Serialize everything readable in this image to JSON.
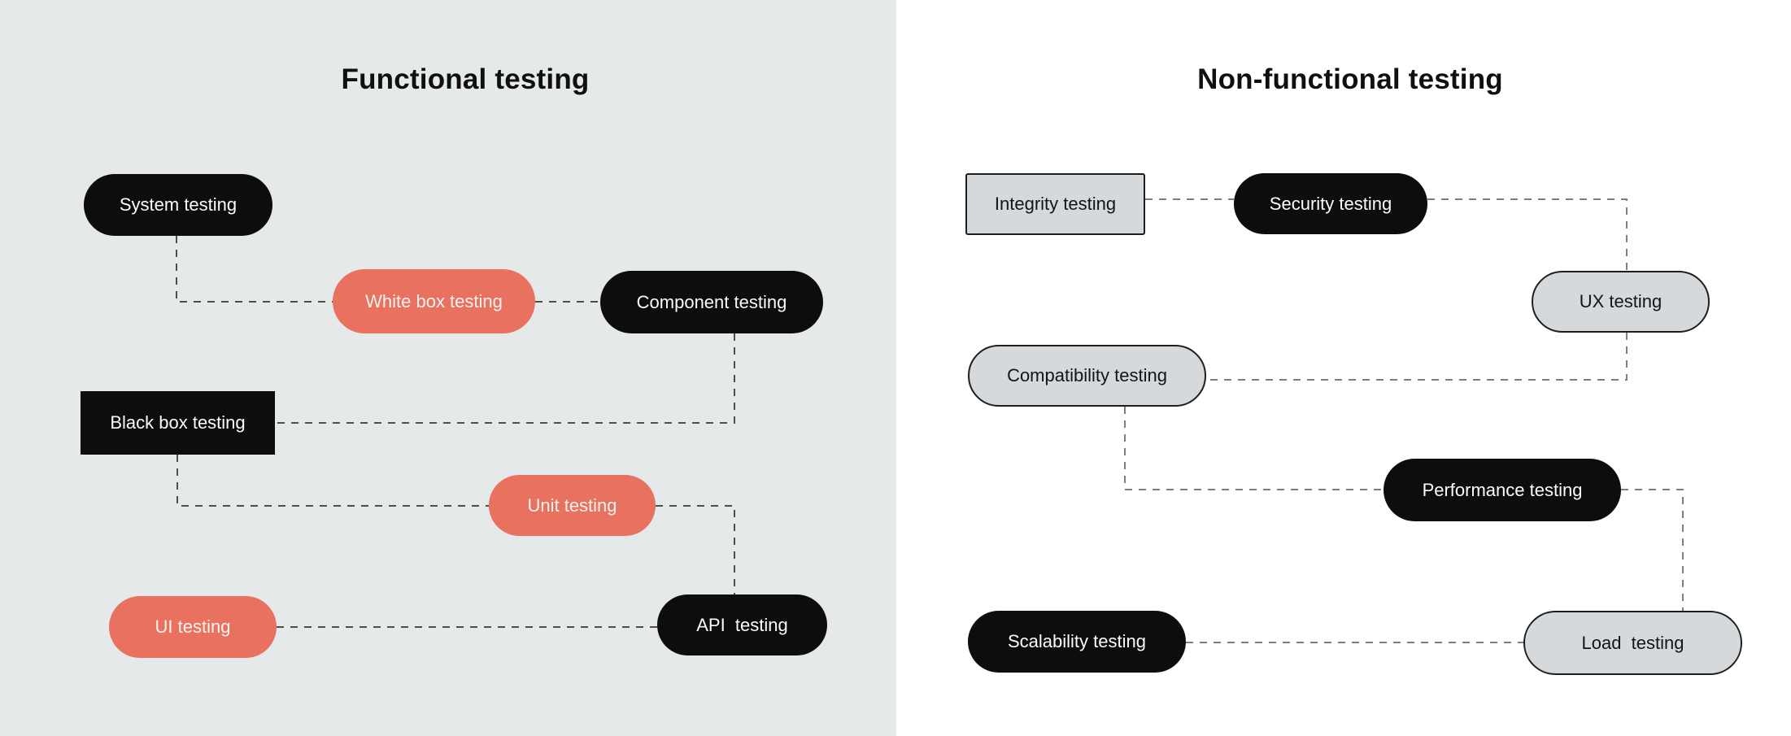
{
  "panels": {
    "functional": {
      "title": "Functional testing",
      "nodes": {
        "system": {
          "label": "System testing"
        },
        "white_box": {
          "label": "White box testing"
        },
        "component": {
          "label": "Component testing"
        },
        "black_box": {
          "label": "Black box testing"
        },
        "unit": {
          "label": "Unit testing"
        },
        "ui": {
          "label": "UI testing"
        },
        "api": {
          "label": "API  testing"
        }
      }
    },
    "non_functional": {
      "title": "Non-functional testing",
      "nodes": {
        "integrity": {
          "label": "Integrity testing"
        },
        "security": {
          "label": "Security testing"
        },
        "ux": {
          "label": "UX testing"
        },
        "compatibility": {
          "label": "Compatibility testing"
        },
        "performance": {
          "label": "Performance testing"
        },
        "scalability": {
          "label": "Scalability testing"
        },
        "load": {
          "label": "Load  testing"
        }
      }
    }
  },
  "colors": {
    "background_left": "#E6E9EA",
    "background_right": "#FFFFFF",
    "node_black": "#0D0D0D",
    "node_salmon": "#E9715F",
    "node_gray_fill": "#D5D9DC",
    "node_gray_border": "#1E1E1E",
    "text_on_black": "#FBFBFB",
    "text_on_salmon": "#F9F3EE",
    "text_on_gray": "#141414",
    "title_text": "#101010",
    "connector_left": "#4E4E4E",
    "connector_right": "#7E7E7E"
  }
}
